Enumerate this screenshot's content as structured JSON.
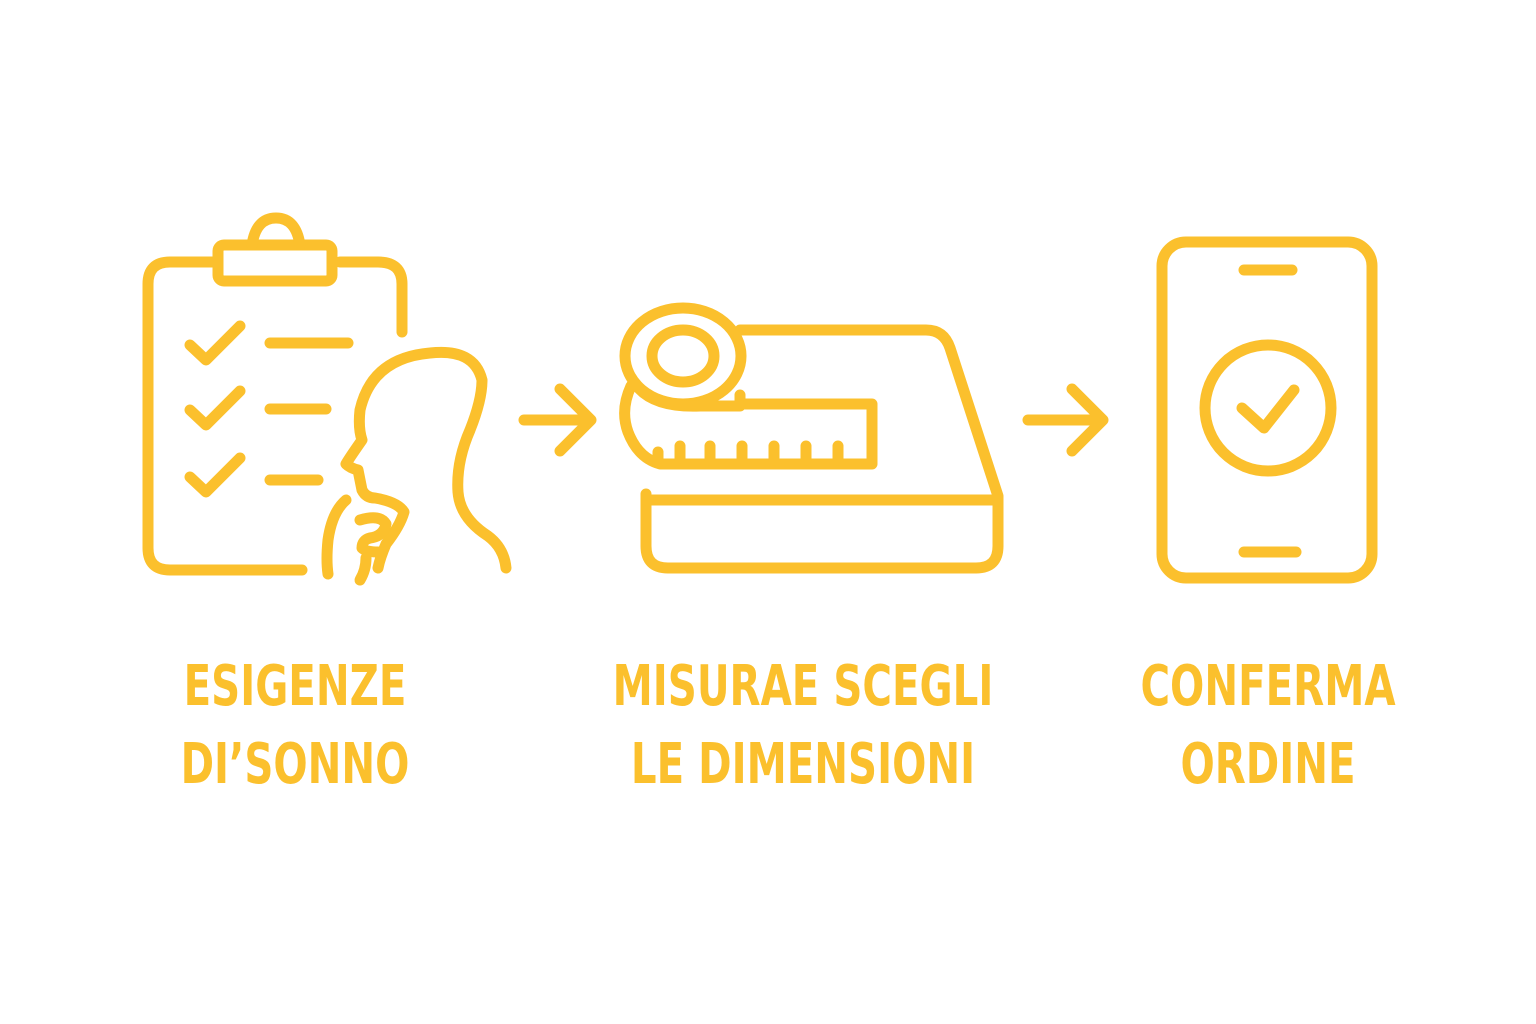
{
  "colors": {
    "accent": "#FBC02D",
    "background": "#FFFFFF"
  },
  "steps": [
    {
      "icon": "clipboard-person-icon",
      "lines": [
        "ESIGENZE",
        "DI’SONNO"
      ]
    },
    {
      "icon": "mattress-measuring-tape-icon",
      "lines": [
        "MISURAE SCEGLI",
        "LE DIMENSIONI"
      ]
    },
    {
      "icon": "smartphone-check-icon",
      "lines": [
        "CONFERMA",
        "ORDINE"
      ]
    }
  ],
  "connectors": [
    "arrow-right-icon",
    "arrow-right-icon"
  ]
}
